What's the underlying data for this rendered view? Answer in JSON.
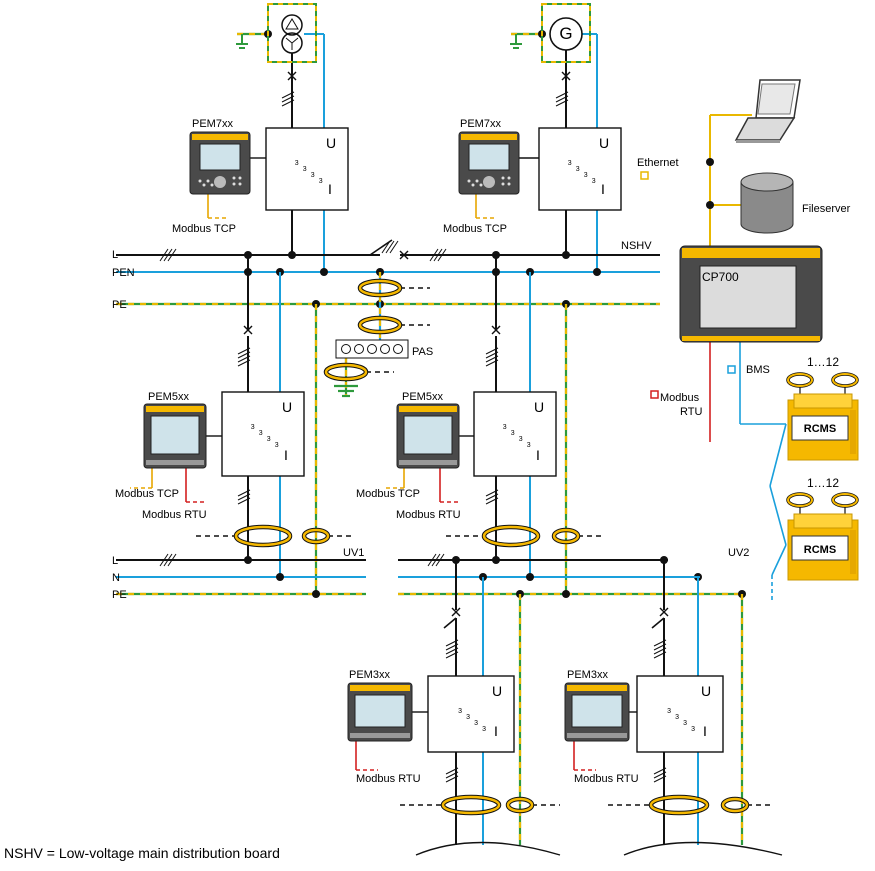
{
  "colors": {
    "line_black": "#111111",
    "line_blue": "#1aa0dc",
    "line_yellow": "#e9b800",
    "line_green": "#2e9a3c",
    "line_red": "#d42020",
    "device_body": "#4a4a4a",
    "screen": "#cfe3ea",
    "accent": "#f5b800"
  },
  "labels": {
    "transformer_icon": "transformer-icon",
    "generator_symbol": "G",
    "pem7_left": "PEM7xx",
    "pem7_right": "PEM7xx",
    "modbus_tcp_1": "Modbus TCP",
    "modbus_tcp_2": "Modbus TCP",
    "ethernet": "Ethernet",
    "fileserver": "Fileserver",
    "cp700": "CP700",
    "bms": "BMS",
    "modbus_rtu_cp": "Modbus",
    "modbus_rtu_cp2": "RTU",
    "rcms1_count": "1…12",
    "rcms2_count": "1…12",
    "rcms1": "RCMS",
    "rcms2": "RCMS",
    "bus_L": "L",
    "bus_PEN": "PEN",
    "bus_PE": "PE",
    "nshv": "NSHV",
    "pas": "PAS",
    "pem5_left": "PEM5xx",
    "pem5_right": "PEM5xx",
    "modbus_tcp_3": "Modbus TCP",
    "modbus_rtu_3": "Modbus RTU",
    "modbus_tcp_4": "Modbus TCP",
    "modbus_rtu_4": "Modbus RTU",
    "uv_L": "L",
    "uv_N": "N",
    "uv_PE": "PE",
    "uv1": "UV1",
    "uv2": "UV2",
    "pem3_left": "PEM3xx",
    "pem3_right": "PEM3xx",
    "modbus_rtu_5": "Modbus RTU",
    "modbus_rtu_6": "Modbus RTU",
    "ui_U": "U",
    "ui_I": "I",
    "ct_mark": "3",
    "footnote": "NSHV = Low-voltage main distribution board"
  }
}
